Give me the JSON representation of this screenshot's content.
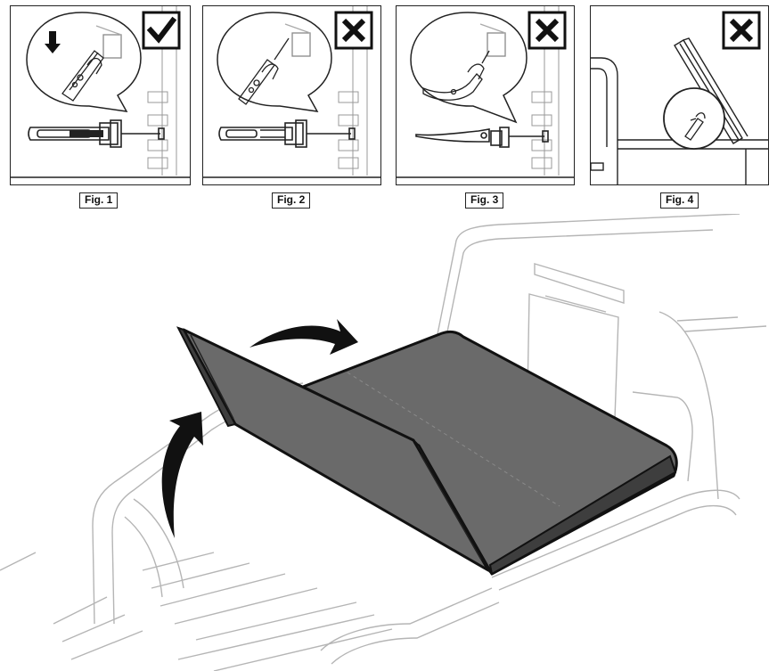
{
  "figures": [
    {
      "caption": "Fig. 1",
      "status": "check-mark-icon"
    },
    {
      "caption": "Fig. 2",
      "status": "x-mark-icon"
    },
    {
      "caption": "Fig. 3",
      "status": "x-mark-icon"
    },
    {
      "caption": "Fig. 4",
      "status": "x-mark-icon"
    }
  ],
  "colors": {
    "line": "#222222",
    "light_line": "#b5b5b5",
    "cover_fill": "#6a6a6a",
    "cover_dark": "#3e3e3e",
    "arrow": "#111111"
  }
}
